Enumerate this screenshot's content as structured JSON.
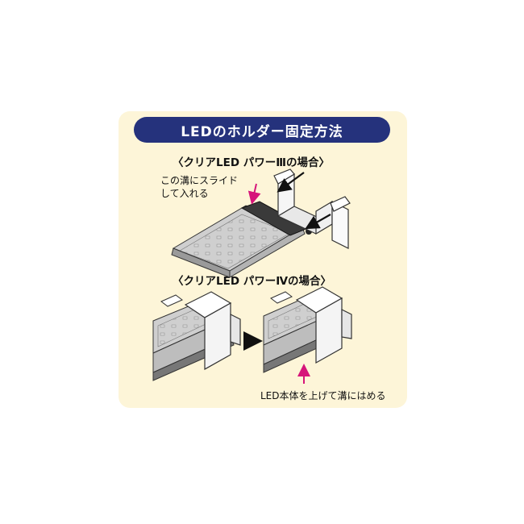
{
  "title": "LEDのホルダー固定方法",
  "section1": {
    "heading": "〈クリアLED  パワーⅢの場合〉",
    "note_line1": "この溝にスライド",
    "note_line2": "して入れる"
  },
  "section2": {
    "heading": "〈クリアLED  パワーⅣの場合〉",
    "note": "LED本体を上げて溝にはめる"
  },
  "colors": {
    "panel": "#fdf5d8",
    "banner": "#25327c",
    "accent_arrow": "#d6157a",
    "arrow": "#111111"
  }
}
